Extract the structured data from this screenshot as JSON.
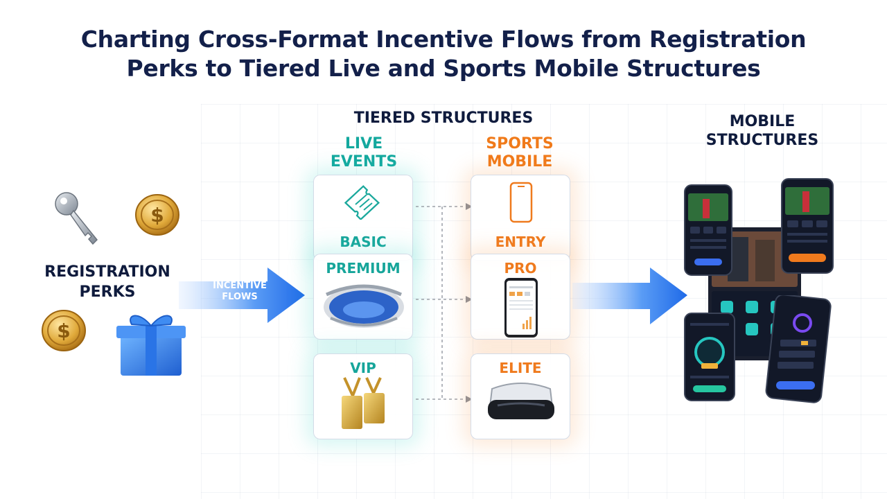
{
  "title": {
    "line1": "Charting Cross-Format Incentive Flows from Registration",
    "line2": "Perks to Tiered Live and Sports Mobile Structures"
  },
  "headings": {
    "tiered": "TIERED STRUCTURES",
    "live": "LIVE EVENTS",
    "sports": "SPORTS MOBILE",
    "mobile": "MOBILE STRUCTURES",
    "registration": "REGISTRATION PERKS"
  },
  "flow_arrow": {
    "label": "INCENTIVE FLOWS"
  },
  "live_tiers": [
    "BASIC",
    "PREMIUM",
    "VIP"
  ],
  "sports_tiers": [
    "ENTRY",
    "PRO",
    "ELITE"
  ],
  "icons": {
    "registration": [
      "key-icon",
      "coin-icon",
      "coin-icon",
      "gift-box-icon"
    ],
    "live": [
      "ticket-icon",
      "stadium-icon",
      "vip-lanyard-icon"
    ],
    "sports": [
      "smartphone-icon",
      "phone-dashboard-icon",
      "vr-headset-icon"
    ],
    "mobile": [
      "phone-app-screen",
      "tablet-app-screen"
    ]
  },
  "colors": {
    "live": "#16a59a",
    "sports": "#ef7a1d",
    "arrow": "#2f7df0",
    "title": "#13204a"
  }
}
